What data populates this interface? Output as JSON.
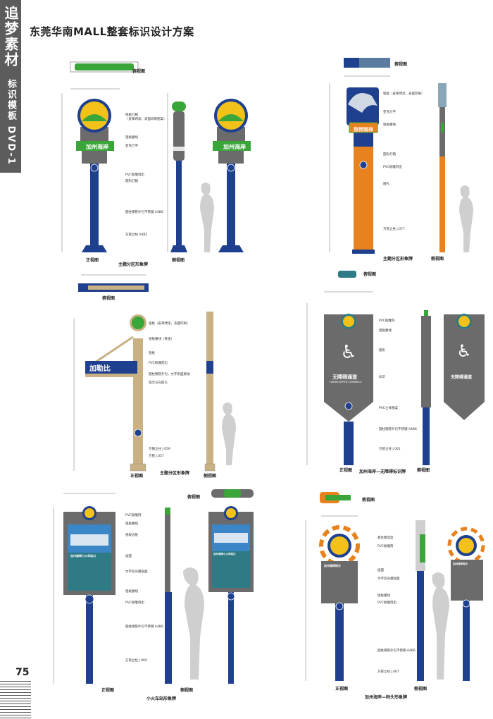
{
  "sidebar": {
    "title": "追梦素材",
    "subtitle": "标识模板 DVD-1"
  },
  "document": {
    "title": "东莞华南MALL整套标识设计方案",
    "page_number": "75"
  },
  "colors": {
    "blue": "#1f3f8f",
    "green": "#3aa63a",
    "gray": "#6b6b6b",
    "orange": "#e8821f",
    "tan": "#c9b183",
    "teal": "#2e7a85"
  },
  "panels": [
    {
      "sign_text": "加州海岸",
      "captions": {
        "front": "正视图",
        "main": "主题分区形象牌",
        "side": "侧视图",
        "top": "俯视图"
      },
      "labels": [
        "铝板灯箱",
        "（皮革烤漆，表面印刷图案）",
        "铝板腰线",
        "亚克力字",
        "PVC板雕刻出",
        "圆形灯箱",
        "圆柱钢管外包不锈钢 A4B6",
        "方管立柱 A4B2"
      ]
    },
    {
      "sign_text": "热带雨林",
      "captions": {
        "main": "主题分区形象牌",
        "side": "侧视图",
        "top": "俯视图"
      },
      "labels": [
        "铝板（皮革烤漆，表面印刷）",
        "亚克力字",
        "铝板腰线",
        "圆形灯箱",
        "PVC板雕刻出",
        "圆孔",
        "方管立柱 J.077"
      ]
    },
    {
      "sign_text": "加勒比",
      "captions": {
        "front": "正视图",
        "main": "主题分区形象牌",
        "side": "侧视图",
        "top": "俯视图"
      },
      "labels": [
        "铝板（皮革烤漆，表面印刷）",
        "铝板腰线（黄金）",
        "铝板",
        "PVC板雕刻出",
        "圆柱钢管外包，文字表面腐蚀",
        "指示方向箭头",
        "方钢立柱 J.059",
        "方管 J.057"
      ]
    },
    {
      "sign_text": "无障碍通道",
      "sign_subtext": "HANDICAPPED CHANNELS",
      "captions": {
        "title": "加州海岸—无障碍标识牌",
        "front": "正视图",
        "side": "侧视图",
        "top": "俯视图"
      },
      "labels": [
        "PVC板雕刻",
        "铝板腰线",
        "图形",
        "标识",
        "PVC立体图案",
        "圆柱钢管外包不锈钢 A4B6",
        "方管立柱 J.061"
      ]
    },
    {
      "sign_text": "加州海岸小火车站口",
      "captions": {
        "title": "小火车站形象牌",
        "front": "正视图",
        "side": "侧视图",
        "top": "俯视图"
      },
      "labels": [
        "PVC板雕刻",
        "铝板腰线",
        "铝板边框",
        "画面",
        "文字反光膜贴面",
        "铝板腰线",
        "PVC板雕刻出",
        "圆柱钢管外包不锈钢 A4B6",
        "方管立柱 J.069"
      ]
    },
    {
      "sign_text": "加州海岸码头",
      "captions": {
        "title": "加州海岸—码头形象牌",
        "front": "正视图",
        "side": "侧视图",
        "top": "俯视图"
      },
      "labels": [
        "救生圈造型",
        "PVC板雕刻",
        "画面",
        "文字反光膜贴面",
        "铝板腰线",
        "PVC板雕刻出",
        "圆柱钢管外包不锈钢 A4B6",
        "方管立柱 J.067"
      ]
    }
  ]
}
